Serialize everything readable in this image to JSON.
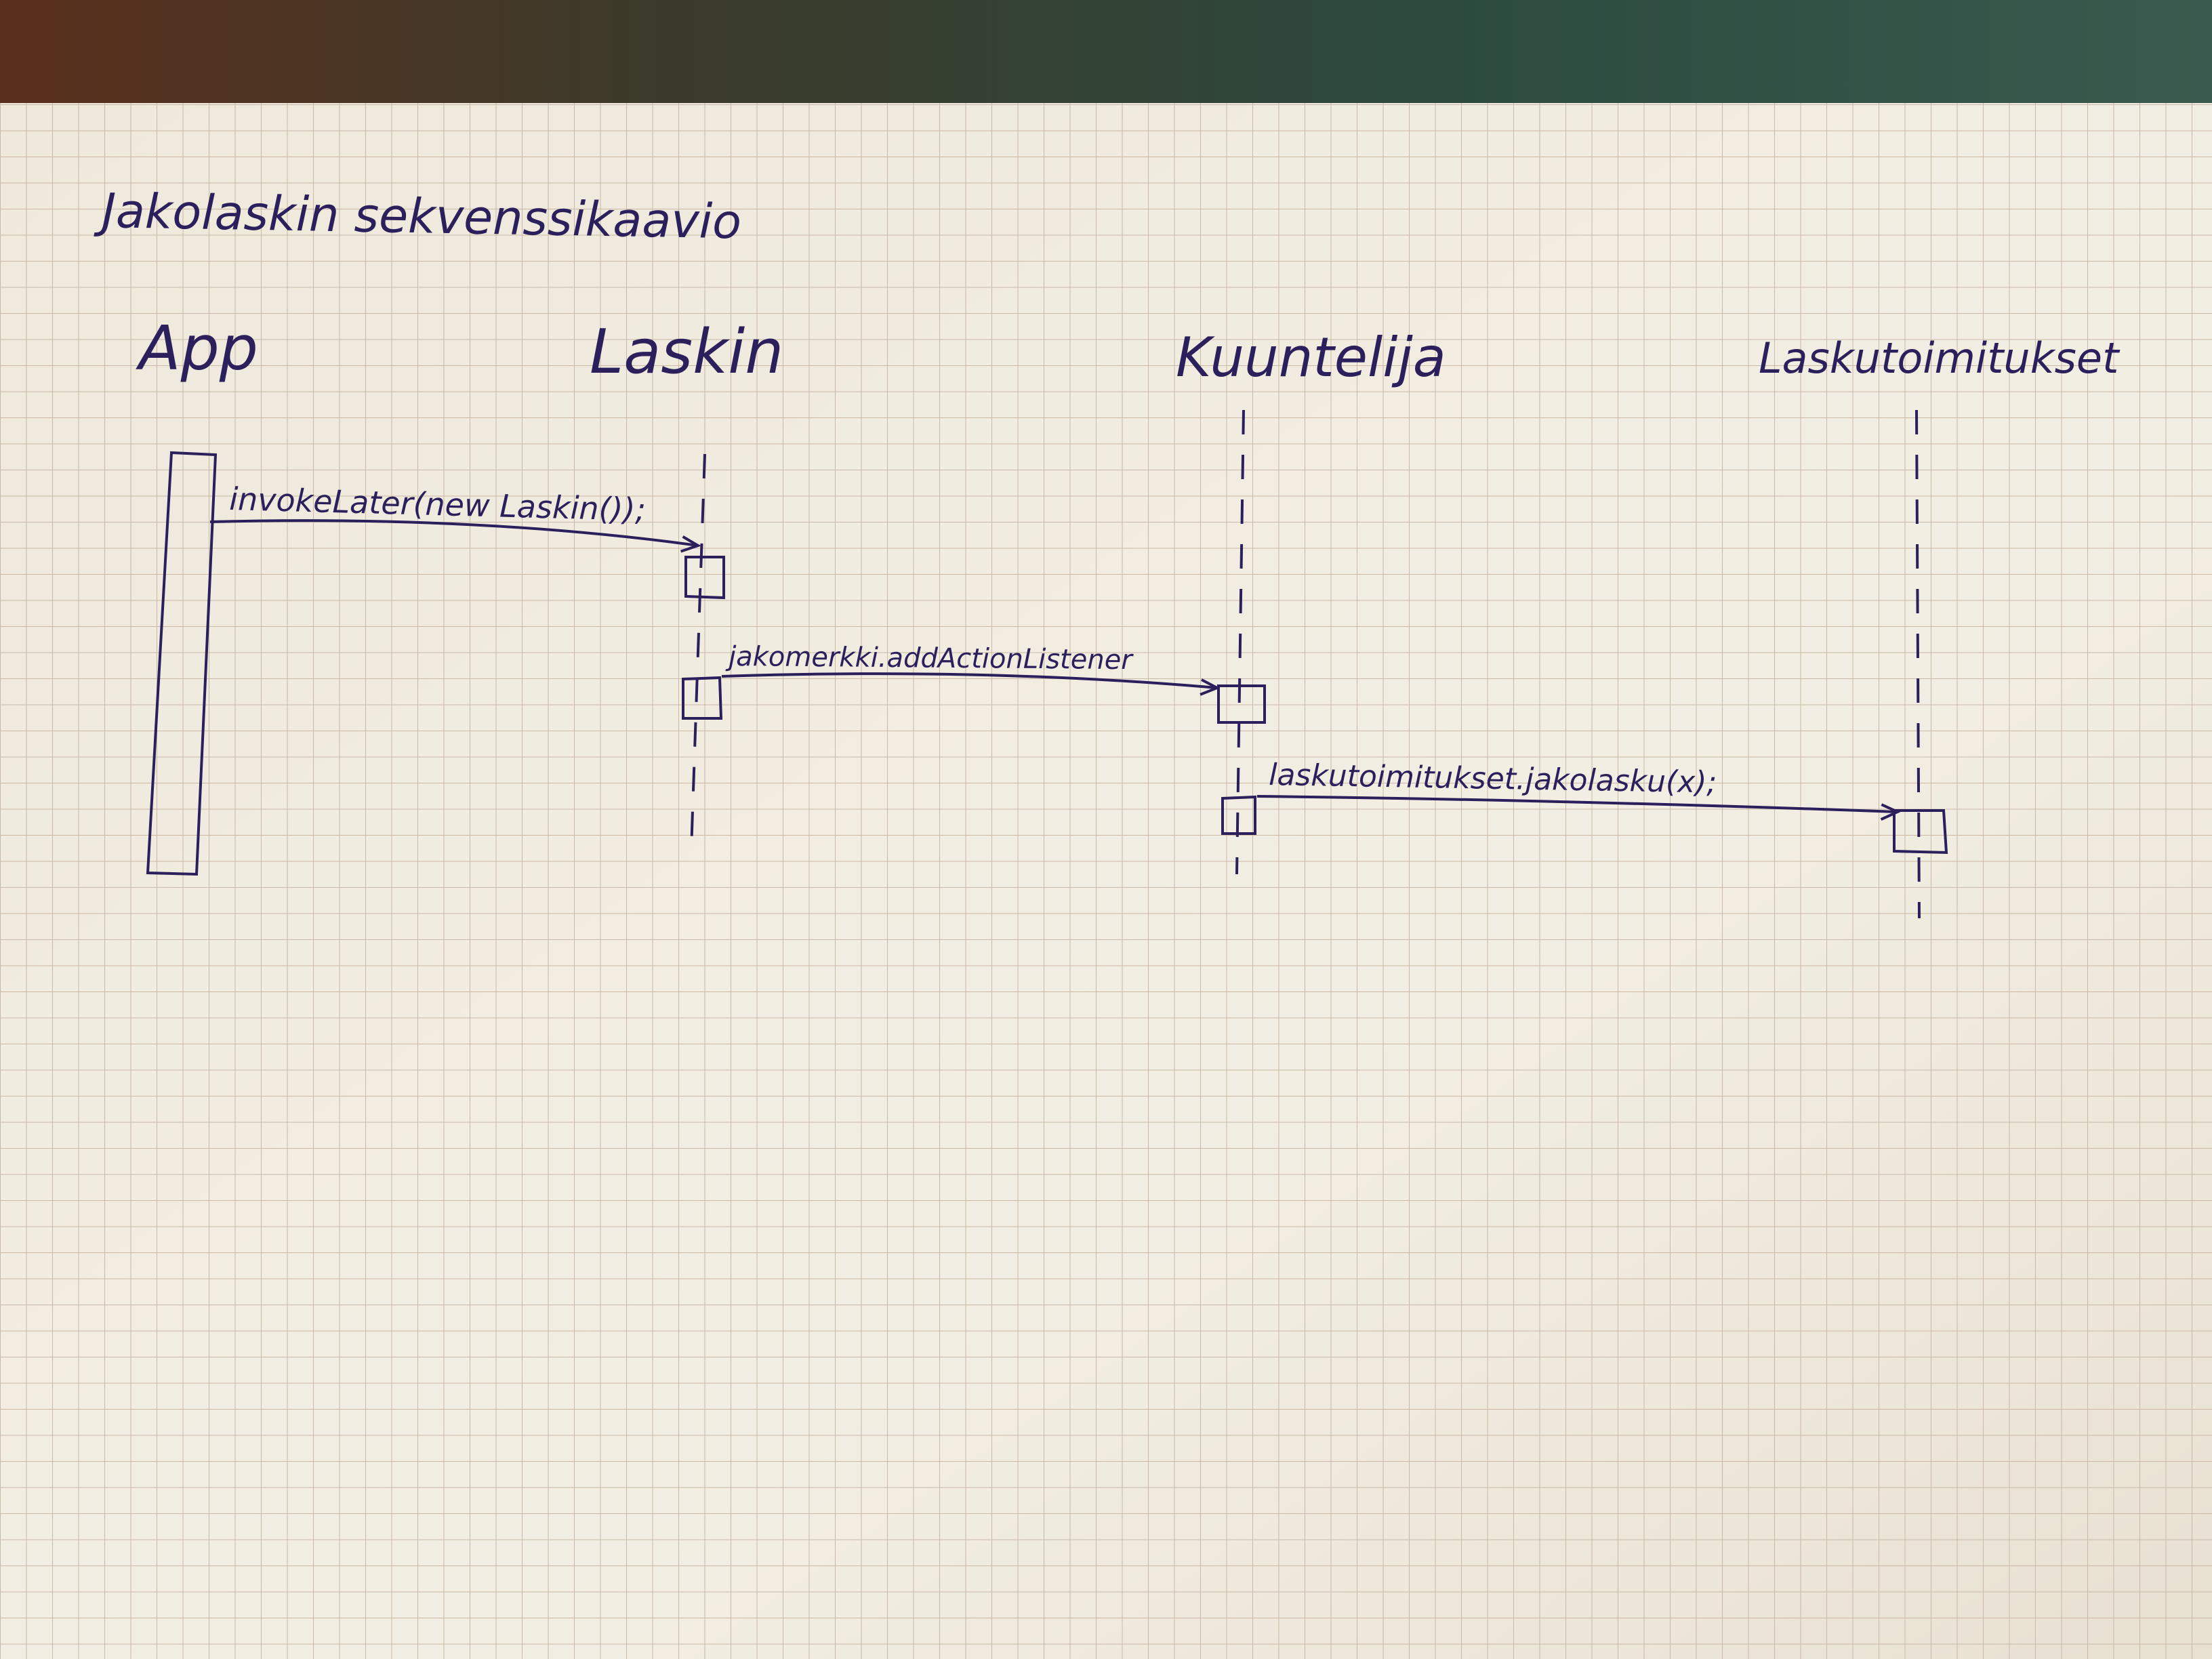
{
  "title": "Jakolaskin sekvenssikaavio",
  "participants": [
    {
      "id": "app",
      "label": "App"
    },
    {
      "id": "laskin",
      "label": "Laskin"
    },
    {
      "id": "kuuntelija",
      "label": "Kuuntelija"
    },
    {
      "id": "laskutoimitukset",
      "label": "Laskutoimitukset"
    }
  ],
  "messages": [
    {
      "from": "App",
      "to": "Laskin",
      "label": "invokeLater(new Laskin());"
    },
    {
      "from": "Laskin",
      "to": "Kuuntelija",
      "label": "jakomerkki.addActionListener"
    },
    {
      "from": "Kuuntelija",
      "to": "Laskutoimitukset",
      "label": "laskutoimitukset.jakolasku(x);"
    }
  ],
  "colors": {
    "ink": "#2b1f5c",
    "paper": "#f1ece0",
    "grid": "#c9b9a6",
    "background_top": "#2f3a2c"
  }
}
